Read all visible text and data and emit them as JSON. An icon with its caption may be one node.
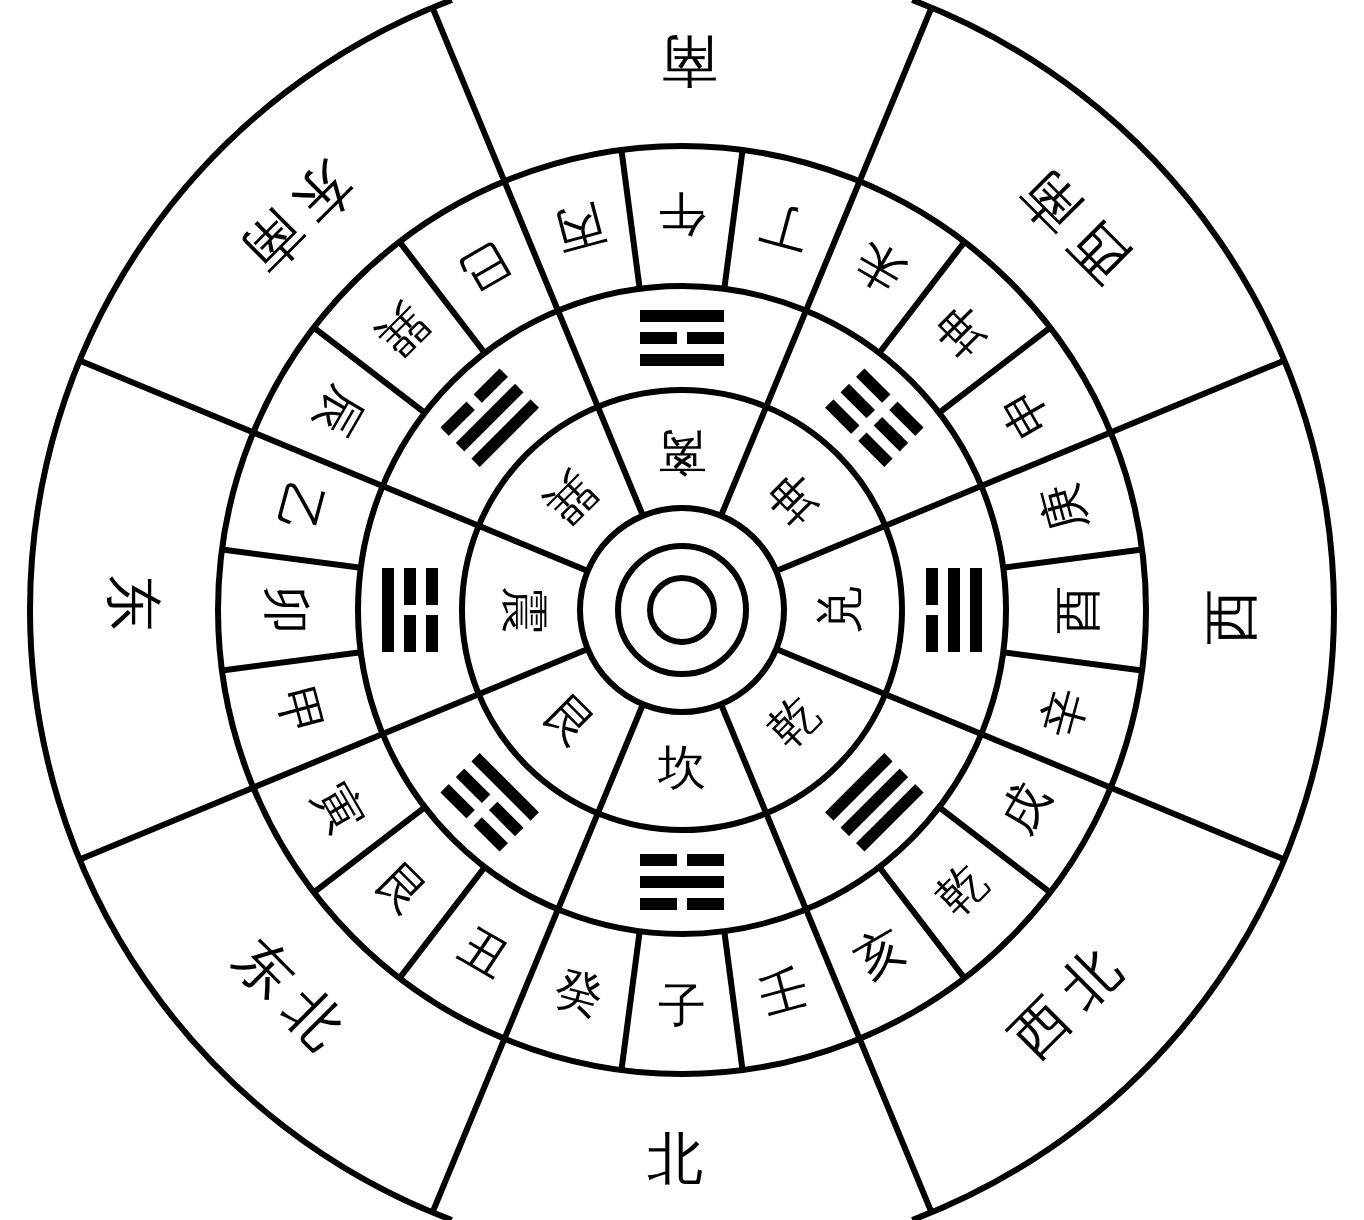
{
  "diagram": {
    "labels": [
      "南",
      "西南",
      "西",
      "西北",
      "北",
      "东北",
      "东",
      "东南",
      "丙",
      "午",
      "丁",
      "未",
      "坤",
      "申",
      "庚",
      "酉",
      "辛",
      "戌",
      "乾",
      "亥",
      "壬",
      "子",
      "癸",
      "丑",
      "艮",
      "寅",
      "甲",
      "卯",
      "乙",
      "辰",
      "巽",
      "巳",
      "离",
      "坤",
      "兑",
      "乾",
      "坎",
      "艮",
      "震",
      "巽"
    ]
  }
}
